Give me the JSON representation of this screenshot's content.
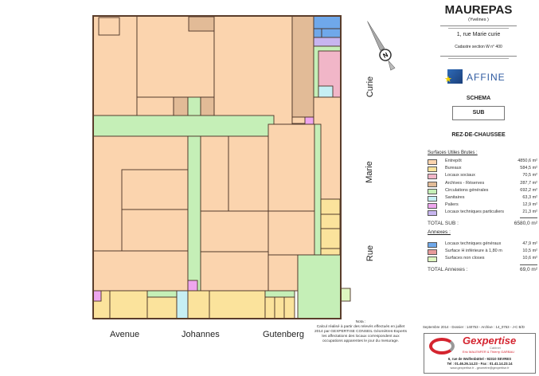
{
  "header": {
    "city": "MAUREPAS",
    "department": "(Yvelines )",
    "address": "1, rue Marie curie",
    "cadastre": "Cadastre section W n° 400",
    "brand": "AFFINE",
    "schema_label": "SCHEMA",
    "schema_value": "SUB",
    "level": "REZ-DE-CHAUSSEE"
  },
  "legend": {
    "heading": "Surfaces Utiles Brutes :",
    "items": [
      {
        "label": "Entrepôt",
        "value": "4850,6 m²",
        "color": "#fbd4ae"
      },
      {
        "label": "Bureaux",
        "value": "584,5 m²",
        "color": "#fbe39c"
      },
      {
        "label": "Locaux sociaux",
        "value": "70,5 m²",
        "color": "#f1b6c8"
      },
      {
        "label": "Archives - Réserves",
        "value": "287,7 m²",
        "color": "#e2bb97"
      },
      {
        "label": "Circulations générales",
        "value": "692,2 m²",
        "color": "#c5efb7"
      },
      {
        "label": "Sanitaires",
        "value": "63,3 m²",
        "color": "#c6eff4"
      },
      {
        "label": "Paliers",
        "value": "12,9 m²",
        "color": "#eea6ee"
      },
      {
        "label": "Locaux techniques particuliers",
        "value": "21,3 m²",
        "color": "#c7b5ef"
      }
    ],
    "total_label": "TOTAL SUB :",
    "total_value": "6580,0 m²",
    "annex_heading": "Annexes :",
    "annexes": [
      {
        "label": "Locaux techniques généraux",
        "value": "47,9 m²",
        "color": "#6fa8ea"
      },
      {
        "label": "Surface H inférieure à 1,80 m",
        "value": "10,5 m²",
        "color": "#e79a9a"
      },
      {
        "label": "Surfaces non closes",
        "value": "10,6 m²",
        "color": "#def6c0"
      }
    ],
    "annex_total_label": "TOTAL Annexes :",
    "annex_total_value": "69,0 m²"
  },
  "streets": {
    "avenue": "Avenue",
    "johannes": "Johannes",
    "gutenberg": "Gutenberg",
    "rue": "Rue",
    "marie": "Marie",
    "curie": "Curie"
  },
  "compass": {
    "label": "N"
  },
  "nota": {
    "title": "Nota :",
    "lines": [
      "Calcul réalisé à partir des relevés effectués en juillet",
      "2014 par GEXPERTISE CONSEIL Géomètres-Experts",
      "les affectations des locaux  correspondent aux",
      "occupations apparentes le jour du mesurage."
    ]
  },
  "footer": {
    "dossier": "Septembre 2014 - Dossier : 140753 - Archive : 14_0753 - J-C B/D",
    "company": "Gexpertise",
    "cabinet": "Cabinet",
    "partners": "Eric MALENFER & Thierry GARBAU",
    "address": "6, rue de Wolfenbüttel - 92310 SEVRES",
    "phone": "Tel : 01.46.26.14.23 - Fax : 01.41.14.23.14",
    "web": "www.gexpertise.fr - geometre@gexpertise.fr",
    "brand_color": "#d4242f"
  }
}
